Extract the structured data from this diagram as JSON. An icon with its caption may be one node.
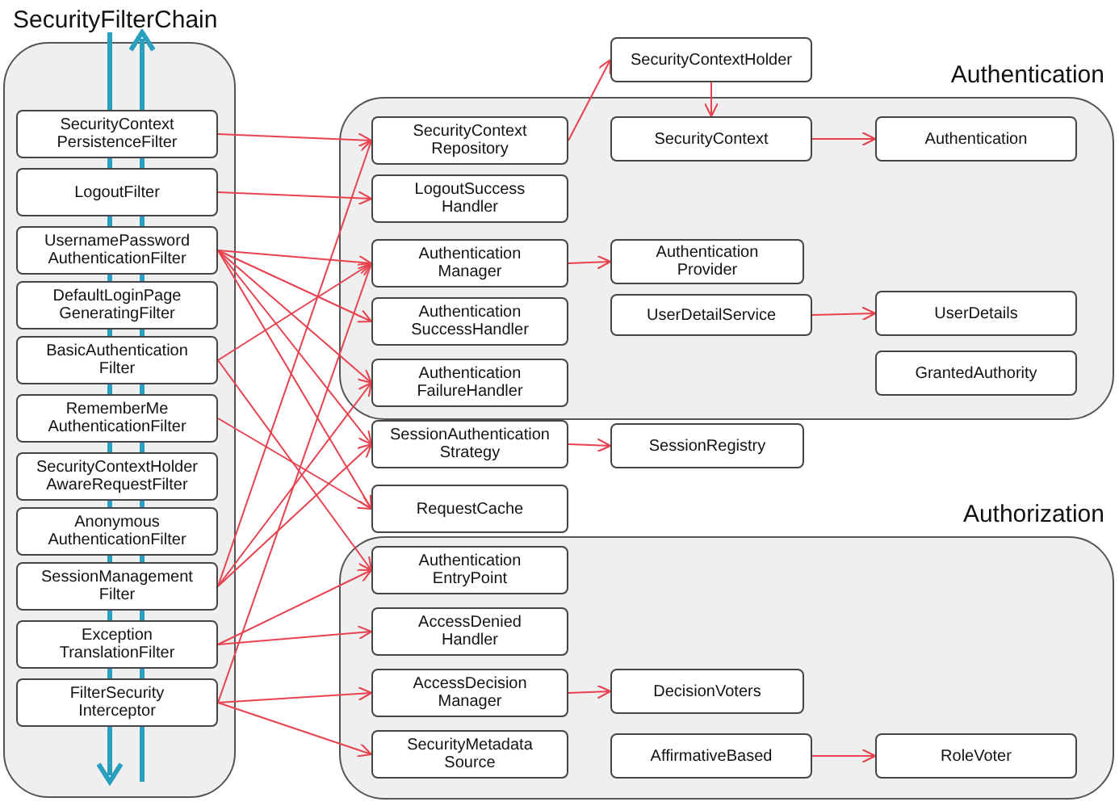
{
  "diagram": {
    "nodes": [
      {
        "text": [
          "SecurityFilterChain"
        ]
      },
      {
        "text": [
          "SecurityContext PersistenceFilter"
        ],
        "in": 0
      },
      {
        "text": [
          "LogoutFilter"
        ],
        "in": 0
      },
      {
        "text": [
          "UsernamePassword AuthenticationFilter"
        ],
        "in": 0
      },
      {
        "text": [
          "DefaultLoginPage GeneratingFilter"
        ],
        "in": 0
      },
      {
        "text": [
          "BasicAuthentication Filter"
        ],
        "in": 0
      },
      {
        "text": [
          "RememberMe AuthenticationFilter"
        ],
        "in": 0
      },
      {
        "text": [
          "SecurityContextHolder AwareRequestFilter"
        ],
        "in": 0
      },
      {
        "text": [
          "Anonymous AuthenticationFilter"
        ],
        "in": 0
      },
      {
        "text": [
          "SessionManagement Filter"
        ],
        "in": 0
      },
      {
        "text": [
          "Exception TranslationFilter"
        ],
        "in": 0
      },
      {
        "text": [
          "FilterSecurity Interceptor"
        ],
        "in": 0
      },
      {
        "text": [
          "SecurityContextHolder"
        ]
      },
      {
        "text": [
          "Authentication"
        ]
      },
      {
        "text": [
          "SecurityContext Repository"
        ],
        "in": 13
      },
      {
        "text": [
          "SecurityContext"
        ],
        "in": 13
      },
      {
        "text": [
          "Authentication"
        ],
        "in": 13
      },
      {
        "text": [
          "LogoutSuccess Handler"
        ],
        "in": 13
      },
      {
        "text": [
          "Authentication Manager"
        ],
        "in": 13
      },
      {
        "text": [
          "Authentication Provider"
        ],
        "in": 13
      },
      {
        "text": [
          "Authentication SuccessHandler"
        ],
        "in": 13
      },
      {
        "text": [
          "UserDetailService"
        ],
        "in": 13
      },
      {
        "text": [
          "UserDetails"
        ],
        "in": 13
      },
      {
        "text": [
          "Authentication FailureHandler"
        ],
        "in": 13
      },
      {
        "text": [
          "GrantedAuthority"
        ],
        "in": 13
      },
      {
        "text": [
          "SessionAuthentication Strategy"
        ]
      },
      {
        "text": [
          "SessionRegistry"
        ]
      },
      {
        "text": [
          "RequestCache"
        ]
      },
      {
        "text": [
          "Authorization"
        ]
      },
      {
        "text": [
          "Authentication EntryPoint"
        ],
        "in": 28
      },
      {
        "text": [
          "AccessDenied Handler"
        ],
        "in": 28
      },
      {
        "text": [
          "AccessDecision Manager"
        ],
        "in": 28
      },
      {
        "text": [
          "DecisionVoters"
        ],
        "in": 28
      },
      {
        "text": [
          "SecurityMetadata Source"
        ],
        "in": 28
      },
      {
        "text": [
          "AffirmativeBased"
        ],
        "in": 28
      },
      {
        "text": [
          "RoleVoter"
        ],
        "in": 28
      }
    ],
    "edges": [
      {
        "from": 1,
        "to": 14,
        "arrow": "to"
      },
      {
        "from": 2,
        "to": 17,
        "arrow": "to"
      },
      {
        "from": 3,
        "to": 18,
        "arrow": "to"
      },
      {
        "from": 3,
        "to": 20,
        "arrow": "to"
      },
      {
        "from": 3,
        "to": 23,
        "arrow": "to"
      },
      {
        "from": 3,
        "to": 25,
        "arrow": "to"
      },
      {
        "from": 3,
        "to": 27,
        "arrow": "to"
      },
      {
        "from": 5,
        "to": 18,
        "arrow": "to"
      },
      {
        "from": 5,
        "to": 29,
        "arrow": "to"
      },
      {
        "from": 6,
        "to": 27,
        "arrow": "to"
      },
      {
        "from": 9,
        "to": 14,
        "arrow": "to"
      },
      {
        "from": 9,
        "to": 23,
        "arrow": "to"
      },
      {
        "from": 9,
        "to": 25,
        "arrow": "to"
      },
      {
        "from": 10,
        "to": 29,
        "arrow": "to"
      },
      {
        "from": 10,
        "to": 30,
        "arrow": "to"
      },
      {
        "from": 11,
        "to": 18,
        "arrow": "to"
      },
      {
        "from": 11,
        "to": 31,
        "arrow": "to"
      },
      {
        "from": 11,
        "to": 33,
        "arrow": "to"
      },
      {
        "from": 14,
        "to": 12,
        "arrow": "to"
      },
      {
        "from": 12,
        "to": 15,
        "arrow": "to"
      },
      {
        "from": 15,
        "to": 16,
        "arrow": "to"
      },
      {
        "from": 18,
        "to": 19,
        "arrow": "to"
      },
      {
        "from": 21,
        "to": 22,
        "arrow": "to"
      },
      {
        "from": 25,
        "to": 26,
        "arrow": "to"
      },
      {
        "from": 31,
        "to": 32,
        "arrow": "to"
      },
      {
        "from": 34,
        "to": 35,
        "arrow": "to"
      }
    ]
  }
}
